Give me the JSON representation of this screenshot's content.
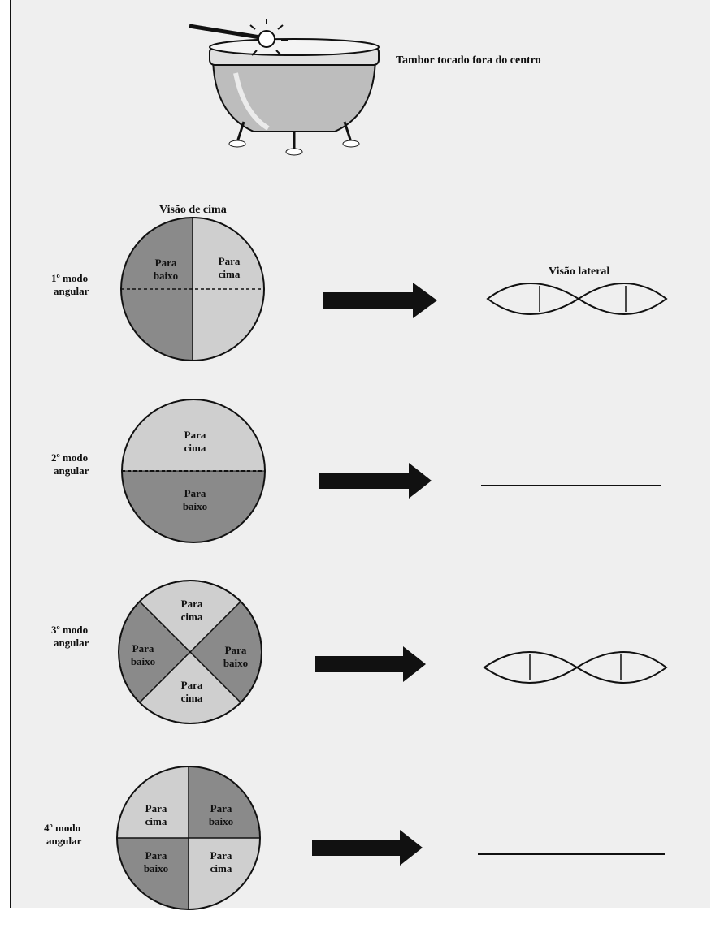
{
  "colors": {
    "dark_region": "#8a8a8a",
    "light_region": "#cfcfcf",
    "arrow": "#111111",
    "page_background": "#efefef"
  },
  "drum": {
    "caption": "Tambor tocado fora do centro"
  },
  "labels": {
    "top_view": "Visão de cima",
    "side_view": "Visão lateral",
    "up_line1": "Para",
    "up_line2": "cima",
    "down_line1": "Para",
    "down_line2": "baixo"
  },
  "modes": [
    {
      "line1": "1º modo",
      "line2": "angular"
    },
    {
      "line1": "2º modo",
      "line2": "angular"
    },
    {
      "line1": "3º modo",
      "line2": "angular"
    },
    {
      "line1": "4º modo",
      "line2": "angular"
    }
  ]
}
